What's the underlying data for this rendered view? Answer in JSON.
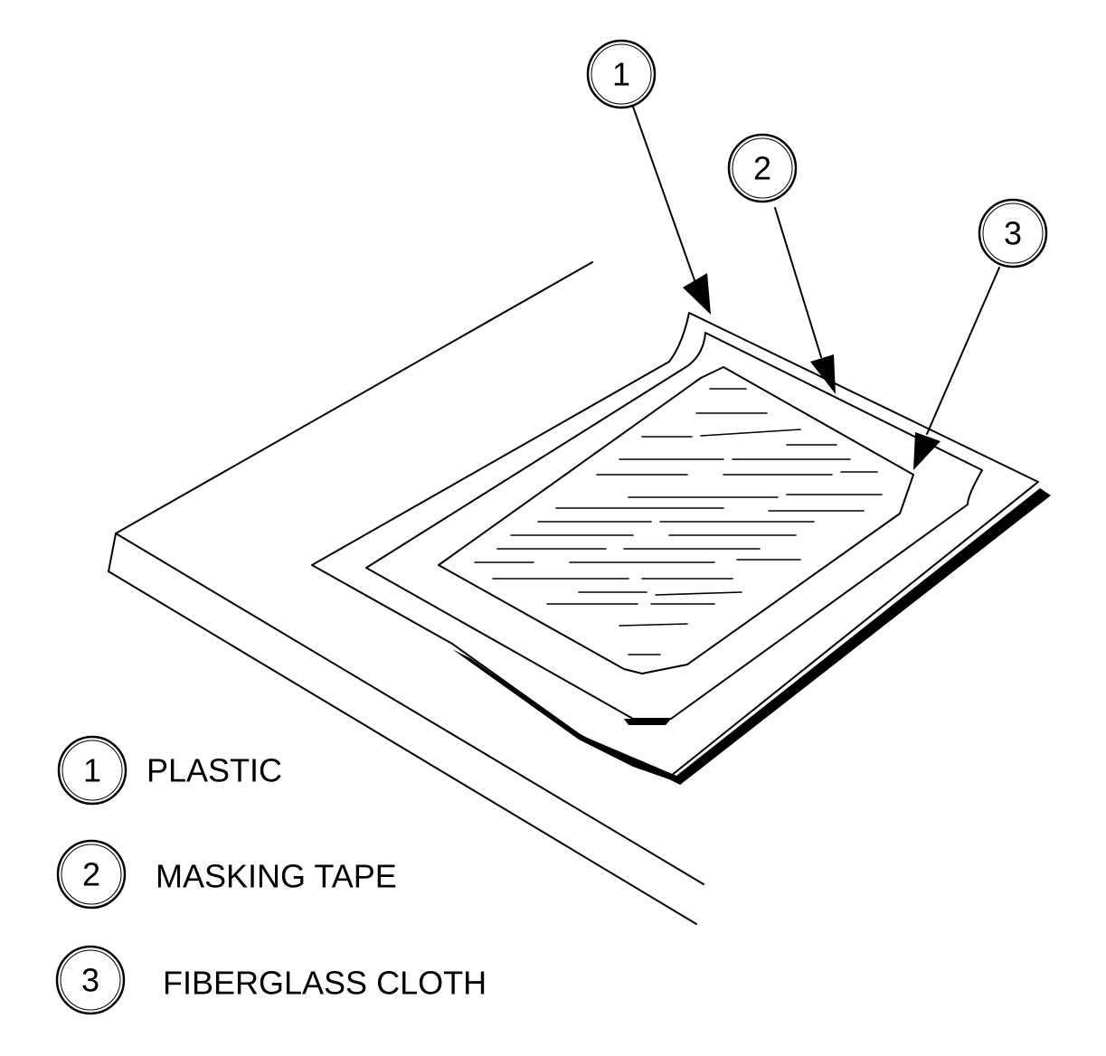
{
  "callouts": [
    {
      "number": "1"
    },
    {
      "number": "2"
    },
    {
      "number": "3"
    }
  ],
  "legend": [
    {
      "number": "1",
      "label": "PLASTIC"
    },
    {
      "number": "2",
      "label": "MASKING TAPE"
    },
    {
      "number": "3",
      "label": "FIBERGLASS CLOTH"
    }
  ]
}
